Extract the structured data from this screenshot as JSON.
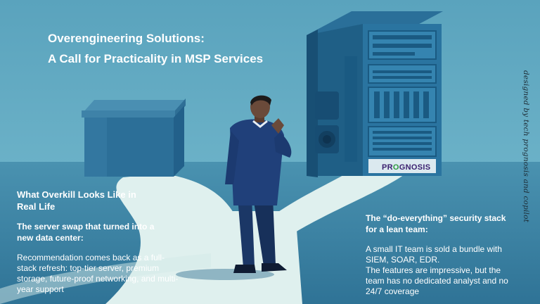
{
  "title": {
    "line1": "Overengineering Solutions:",
    "line2": "A Call for Practicality in MSP Services"
  },
  "left": {
    "heading": "What Overkill Looks Like in Real Life",
    "subheading": "The server swap that turned into a new data center:",
    "body": "Recommendation comes back as a full-stack refresh: top-tier server, premium storage, future-proof networking, and multi-year support"
  },
  "right": {
    "subheading": "The “do-everything” security stack for a lean team:",
    "body_line1": "A small IT team is sold a bundle with SIEM, SOAR, EDR.",
    "body_line2": "The features are impressive, but the team has no dedicated analyst and no 24/7 coverage"
  },
  "logo": {
    "pre": "PR",
    "o": "O",
    "post": "GNOSIS"
  },
  "credit": "designed by tech prognosis and copilot",
  "colors": {
    "sky": "#5fa6bf",
    "floor": "#3f86a6",
    "path": "#dff0ee",
    "server_dark": "#1f5f86",
    "suit": "#1f3f6e",
    "text": "#ffffff",
    "logo_purple": "#3a1f6e",
    "logo_green": "#2e9a3f"
  }
}
